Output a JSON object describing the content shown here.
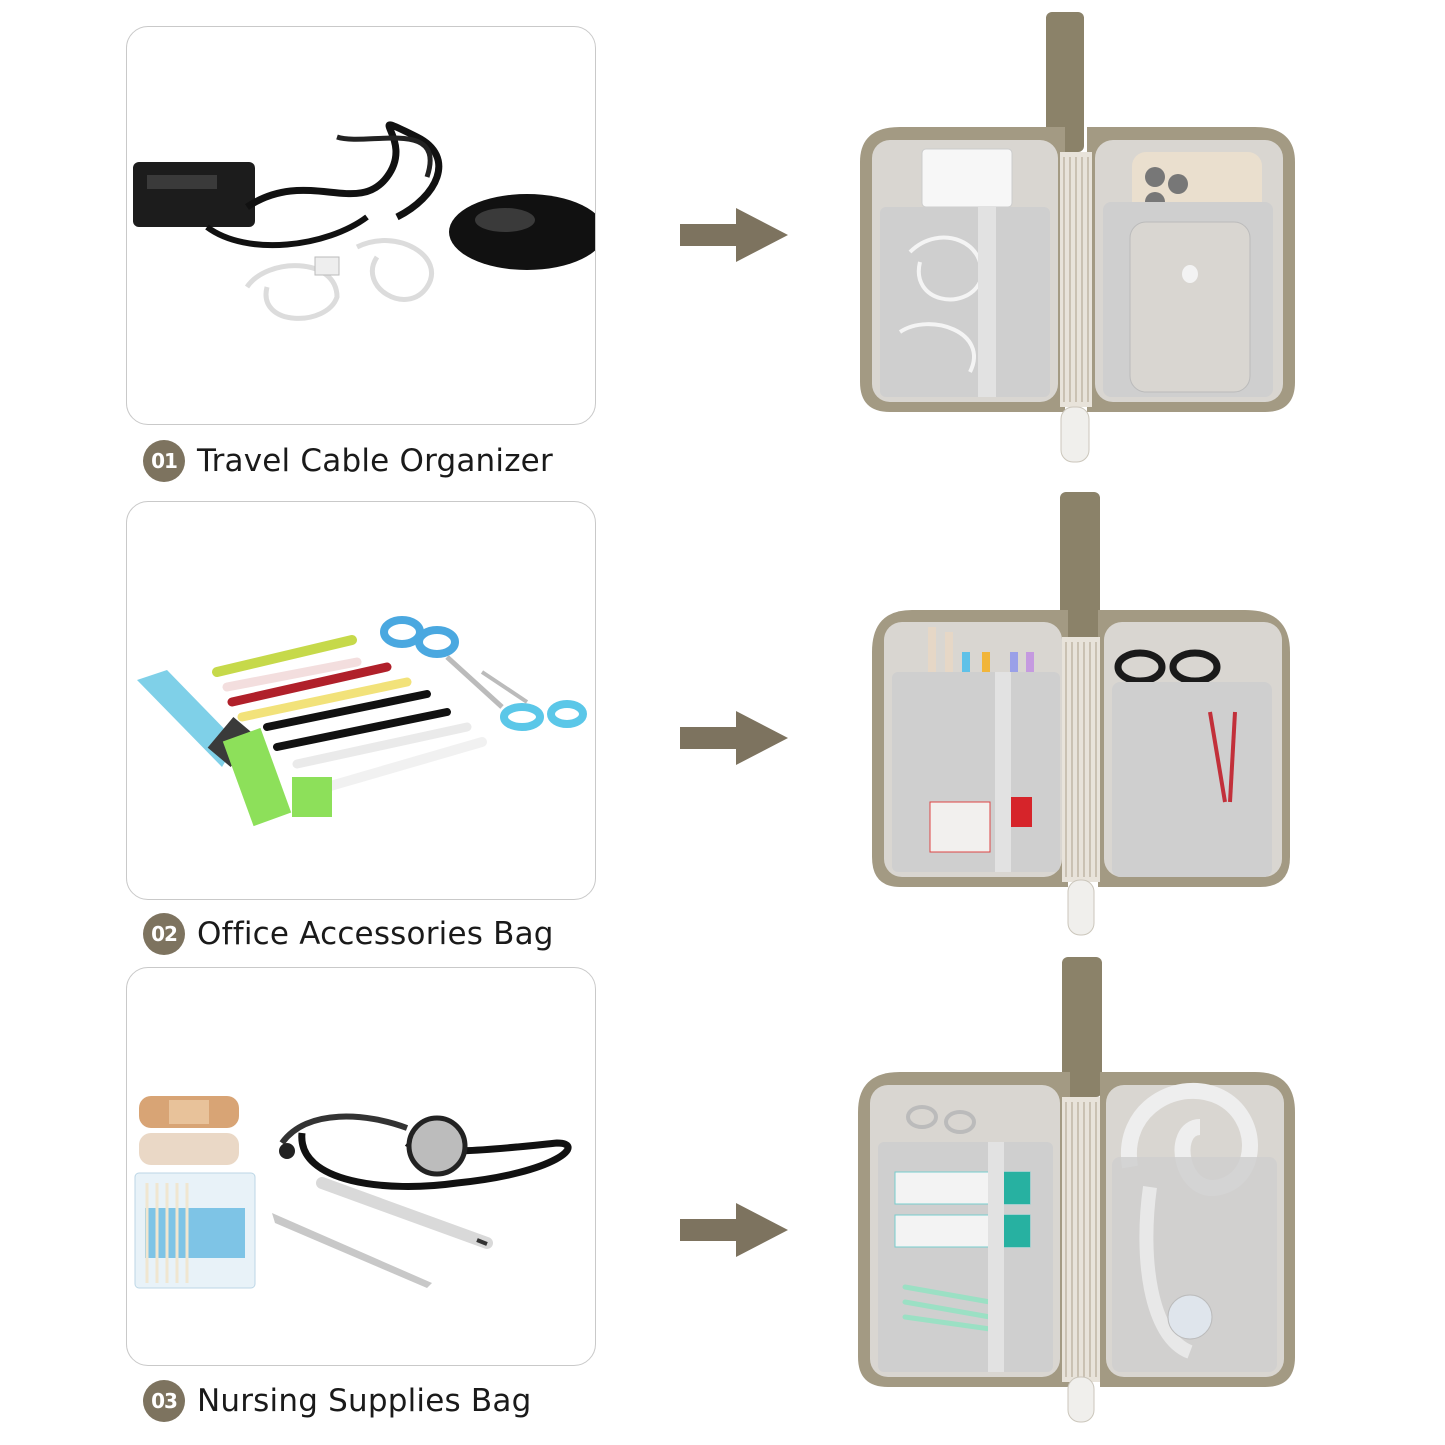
{
  "rows": [
    {
      "number": "01",
      "title": "Travel Cable Organizer"
    },
    {
      "number": "02",
      "title": "Office Accessories Bag"
    },
    {
      "number": "03",
      "title": "Nursing Supplies Bag"
    }
  ],
  "colors": {
    "accent": "#7d735f",
    "bag_shell": "#a39a83",
    "bag_lining": "#d9d6d1",
    "mesh": "#cfcfcf",
    "strap": "#8b8269"
  },
  "icons": [
    "arrow-right-icon"
  ]
}
